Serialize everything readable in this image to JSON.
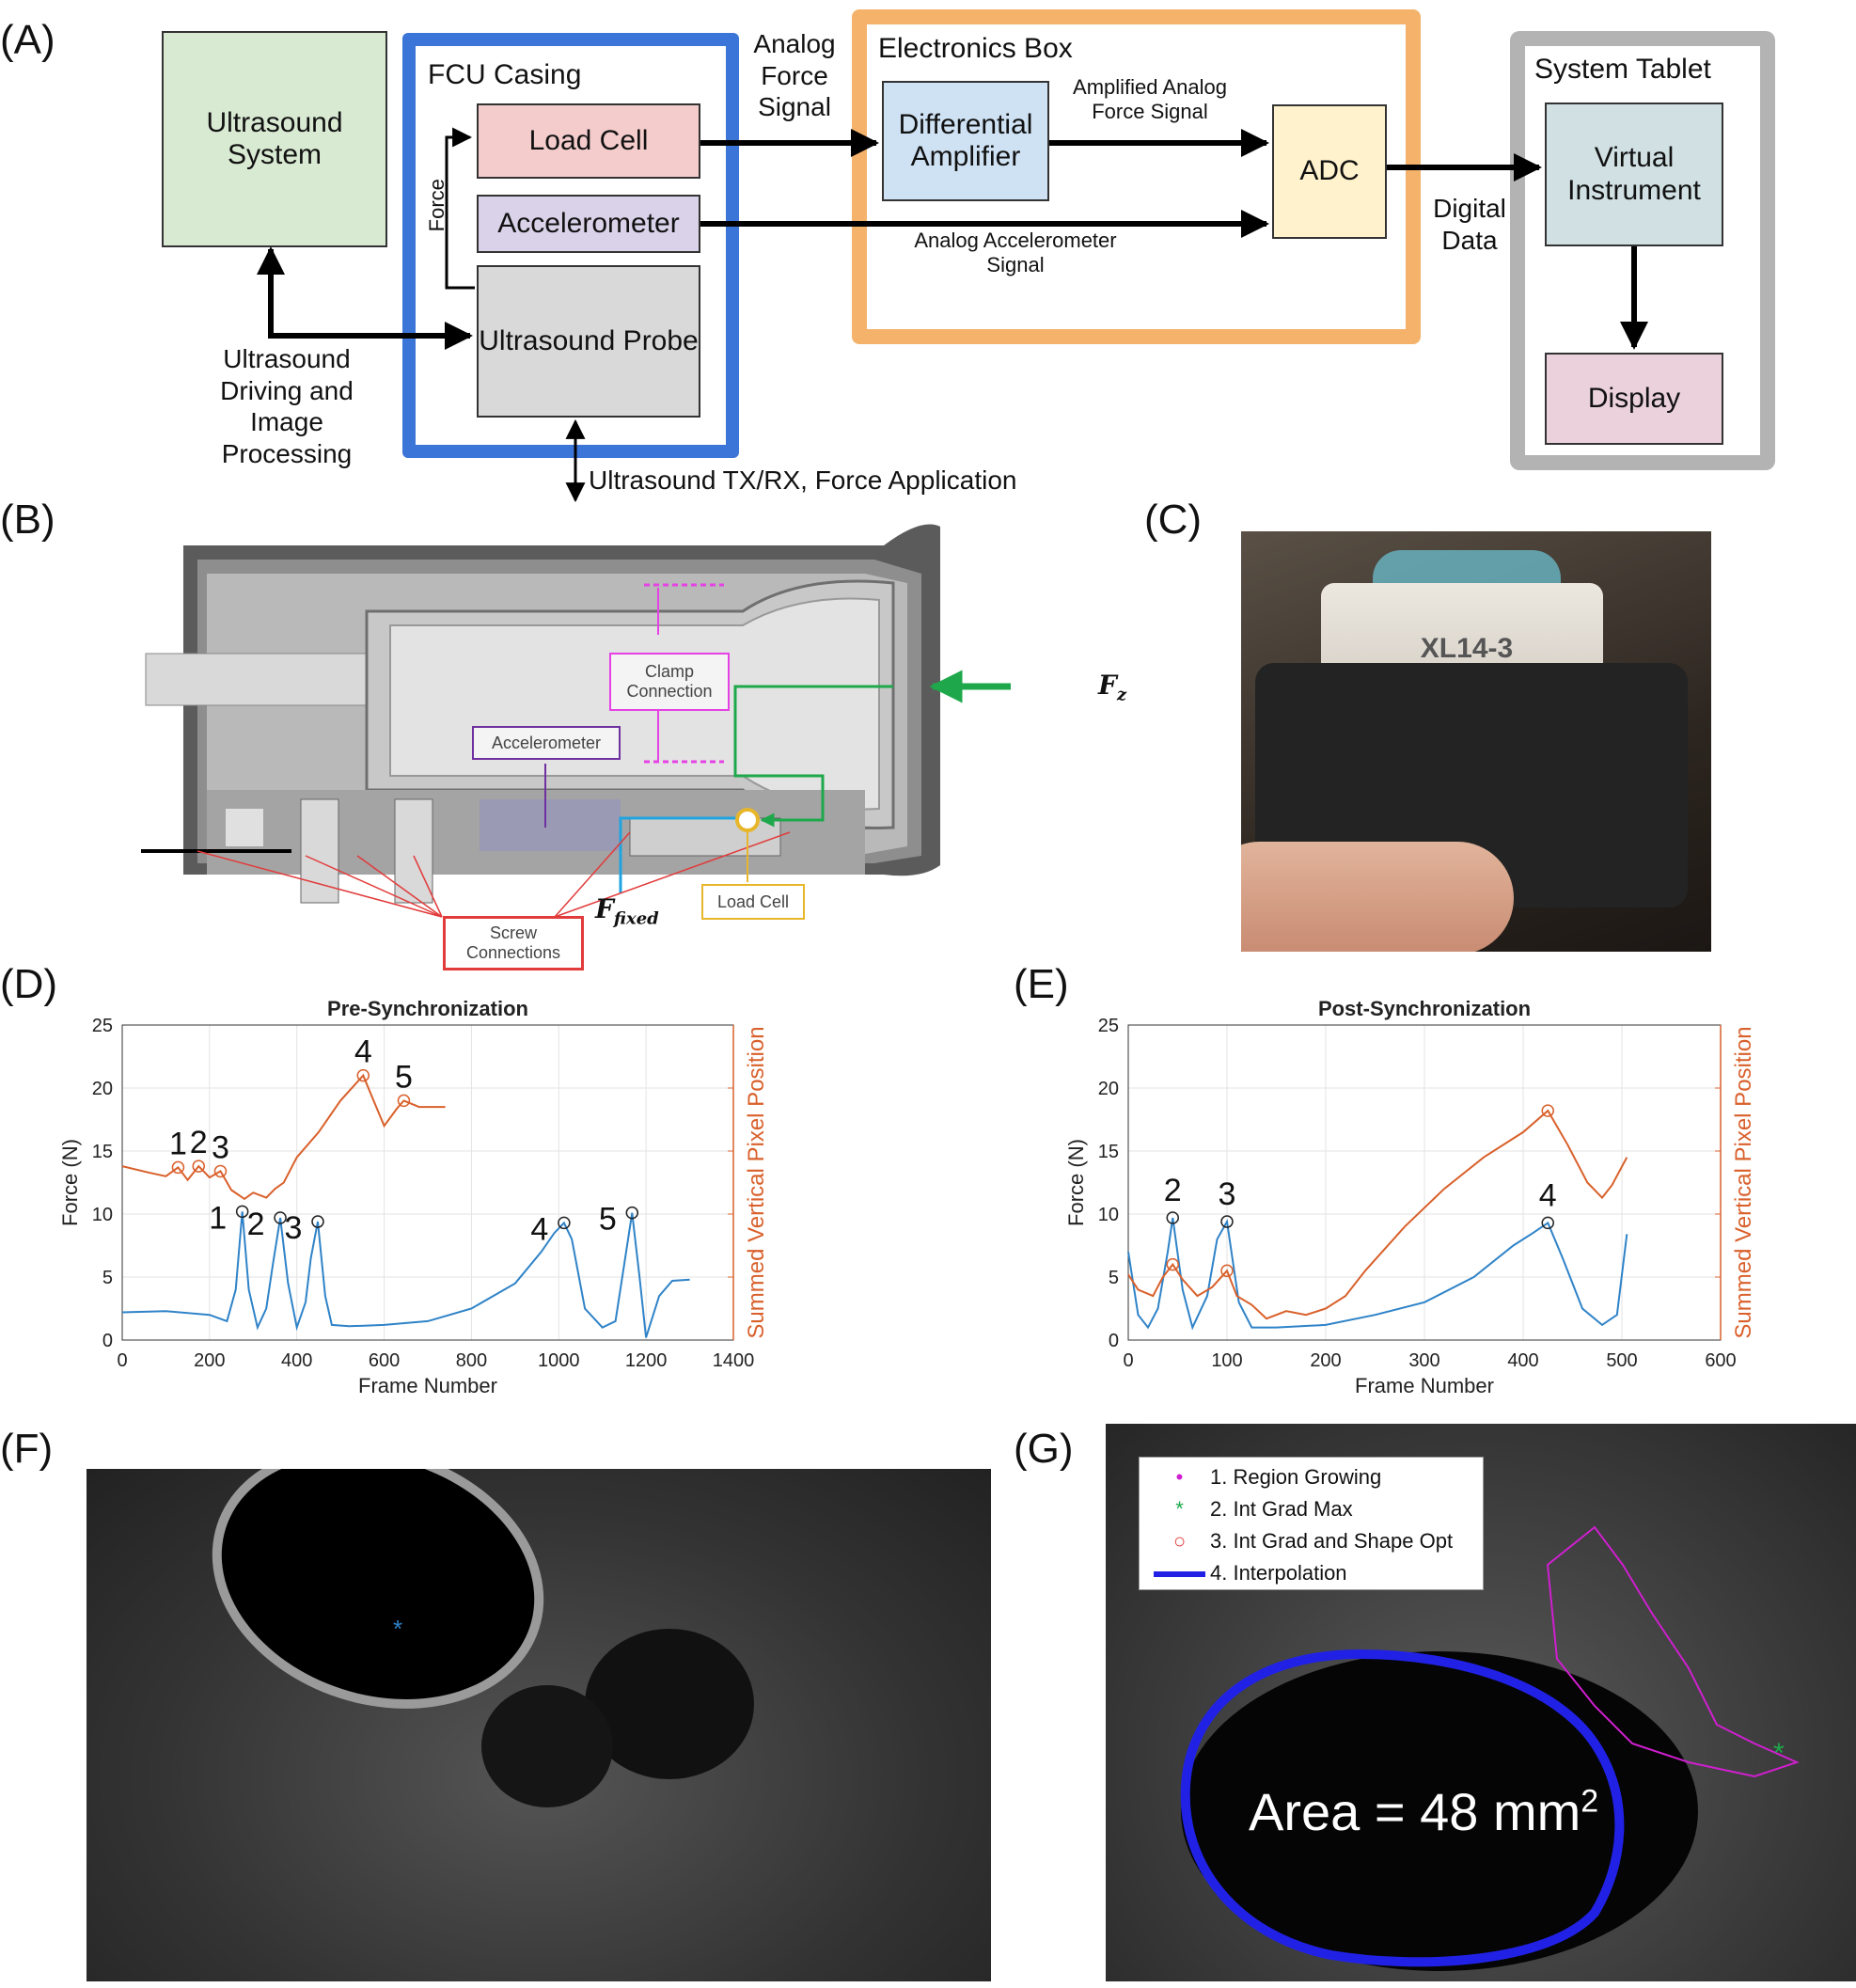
{
  "panels": {
    "a": "(A)",
    "b": "(B)",
    "c": "(C)",
    "d": "(D)",
    "e": "(E)",
    "f": "(F)",
    "g": "(G)"
  },
  "block_diagram": {
    "ultrasound_system": "Ultrasound System",
    "fcu_casing": "FCU Casing",
    "load_cell": "Load Cell",
    "accelerometer": "Accelerometer",
    "ultrasound_probe": "Ultrasound Probe",
    "force": "Force",
    "analog_force_signal": "Analog Force Signal",
    "electronics_box": "Electronics Box",
    "differential_amplifier": "Differential Amplifier",
    "amplified_signal": "Amplified Analog Force Signal",
    "adc": "ADC",
    "analog_accel_signal": "Analog Accelerometer Signal",
    "digital_data": "Digital Data",
    "system_tablet": "System Tablet",
    "virtual_instrument": "Virtual Instrument",
    "display": "Display",
    "driving": "Ultrasound Driving and Image Processing",
    "txrx": "Ultrasound TX/RX, Force Application",
    "colors": {
      "fcu": "#3b75d8",
      "electronics": "#f4b26b",
      "tablet": "#b3b3b3"
    }
  },
  "cad": {
    "clamp": "Clamp Connection",
    "accelerometer": "Accelerometer",
    "screw": "Screw Connections",
    "load_cell": "Load Cell",
    "fz": "F",
    "fz_sub": "z",
    "ffixed": "F",
    "ffixed_sub": "fixed"
  },
  "photo": {
    "label": "XL14-3"
  },
  "chart_d": {
    "title": "Pre-Synchronization",
    "xlabel": "Frame Number",
    "ylabel": "Force (N)",
    "y2label": "Summed Vertical Pixel Position",
    "xticks": [
      "0",
      "200",
      "400",
      "600",
      "800",
      "1000",
      "1200",
      "1400"
    ],
    "yticks": [
      "0",
      "5",
      "10",
      "15",
      "20",
      "25"
    ],
    "orange_labels": [
      "1",
      "2",
      "3",
      "4",
      "5"
    ],
    "blue_labels": [
      "1",
      "2",
      "3",
      "4",
      "5"
    ]
  },
  "chart_e": {
    "title": "Post-Synchronization",
    "xlabel": "Frame Number",
    "ylabel": "Force (N)",
    "y2label": "Summed Vertical Pixel Position",
    "xticks": [
      "0",
      "100",
      "200",
      "300",
      "400",
      "500",
      "600"
    ],
    "yticks": [
      "0",
      "5",
      "10",
      "15",
      "20",
      "25"
    ],
    "peak_labels": [
      "2",
      "3",
      "4"
    ]
  },
  "chart_data": [
    {
      "type": "line",
      "title": "Pre-Synchronization",
      "xlabel": "Frame Number",
      "ylabel": "Force (N)",
      "y2label": "Summed Vertical Pixel Position",
      "xlim": [
        0,
        1400
      ],
      "ylim": [
        0,
        25
      ],
      "series": [
        {
          "color": "#2f83c8",
          "x": [
            0,
            100,
            200,
            240,
            260,
            275,
            290,
            310,
            330,
            345,
            362,
            380,
            400,
            420,
            432,
            448,
            465,
            480,
            520,
            600,
            700,
            800,
            900,
            960,
            990,
            1012,
            1030,
            1060,
            1100,
            1130,
            1150,
            1168,
            1185,
            1200,
            1230,
            1260,
            1300
          ],
          "y": [
            2.2,
            2.3,
            2.0,
            1.5,
            4.0,
            10.2,
            4.0,
            1.0,
            2.5,
            6.0,
            9.7,
            4.5,
            1.0,
            3.0,
            6.5,
            9.4,
            3.5,
            1.2,
            1.1,
            1.2,
            1.5,
            2.5,
            4.5,
            7.0,
            8.5,
            9.3,
            8.0,
            2.5,
            1.0,
            1.5,
            6.0,
            10.1,
            5.0,
            0.2,
            3.5,
            4.7,
            4.8
          ],
          "peaks": [
            [
              275,
              10.2
            ],
            [
              362,
              9.7
            ],
            [
              448,
              9.4
            ],
            [
              1012,
              9.3
            ],
            [
              1168,
              10.1
            ]
          ]
        },
        {
          "color": "#d9602b",
          "x": [
            0,
            60,
            100,
            128,
            150,
            175,
            200,
            225,
            250,
            280,
            300,
            330,
            350,
            370,
            400,
            450,
            500,
            552,
            570,
            600,
            630,
            645,
            680,
            740
          ],
          "y": [
            13.8,
            13.3,
            13.0,
            13.7,
            12.7,
            13.8,
            12.9,
            13.4,
            11.9,
            11.2,
            11.7,
            11.3,
            12.0,
            12.5,
            14.5,
            16.5,
            19.0,
            21.0,
            19.5,
            17.0,
            18.4,
            19.0,
            18.5,
            18.5
          ],
          "peaks": [
            [
              128,
              13.7
            ],
            [
              175,
              13.8
            ],
            [
              225,
              13.4
            ],
            [
              552,
              21.0
            ],
            [
              645,
              19.0
            ]
          ]
        }
      ]
    },
    {
      "type": "line",
      "title": "Post-Synchronization",
      "xlabel": "Frame Number",
      "ylabel": "Force (N)",
      "y2label": "Summed Vertical Pixel Position",
      "xlim": [
        0,
        600
      ],
      "ylim": [
        0,
        25
      ],
      "series": [
        {
          "color": "#2f83c8",
          "x": [
            0,
            10,
            20,
            30,
            40,
            45,
            55,
            65,
            80,
            90,
            100,
            112,
            125,
            150,
            200,
            250,
            300,
            350,
            390,
            410,
            425,
            440,
            460,
            480,
            495,
            505
          ],
          "y": [
            7.0,
            2.0,
            1.0,
            2.5,
            7.0,
            9.7,
            4.0,
            1.0,
            3.5,
            8.0,
            9.4,
            3.0,
            1.0,
            1.0,
            1.2,
            2.0,
            3.0,
            5.0,
            7.5,
            8.5,
            9.3,
            6.5,
            2.5,
            1.2,
            2.0,
            8.4
          ],
          "peaks": [
            [
              45,
              9.7
            ],
            [
              100,
              9.4
            ],
            [
              425,
              9.3
            ]
          ]
        },
        {
          "color": "#d9602b",
          "x": [
            0,
            10,
            25,
            35,
            45,
            55,
            70,
            85,
            100,
            110,
            125,
            140,
            160,
            180,
            200,
            220,
            240,
            280,
            320,
            360,
            400,
            425,
            445,
            465,
            480,
            490,
            505
          ],
          "y": [
            5.2,
            4.0,
            3.5,
            5.0,
            6.0,
            4.8,
            3.5,
            4.2,
            5.5,
            3.5,
            2.8,
            1.7,
            2.3,
            2.0,
            2.5,
            3.5,
            5.5,
            9.0,
            12.0,
            14.5,
            16.5,
            18.2,
            15.5,
            12.5,
            11.3,
            12.3,
            14.5
          ],
          "peaks": [
            [
              45,
              6.0
            ],
            [
              100,
              5.5
            ],
            [
              425,
              18.2
            ]
          ]
        }
      ]
    }
  ],
  "legend_g": {
    "items": [
      "1. Region Growing",
      "2. Int Grad Max",
      "3. Int Grad and Shape Opt",
      "4. Interpolation"
    ]
  },
  "area_label": "Area = 48 mm",
  "area_sup": "2"
}
